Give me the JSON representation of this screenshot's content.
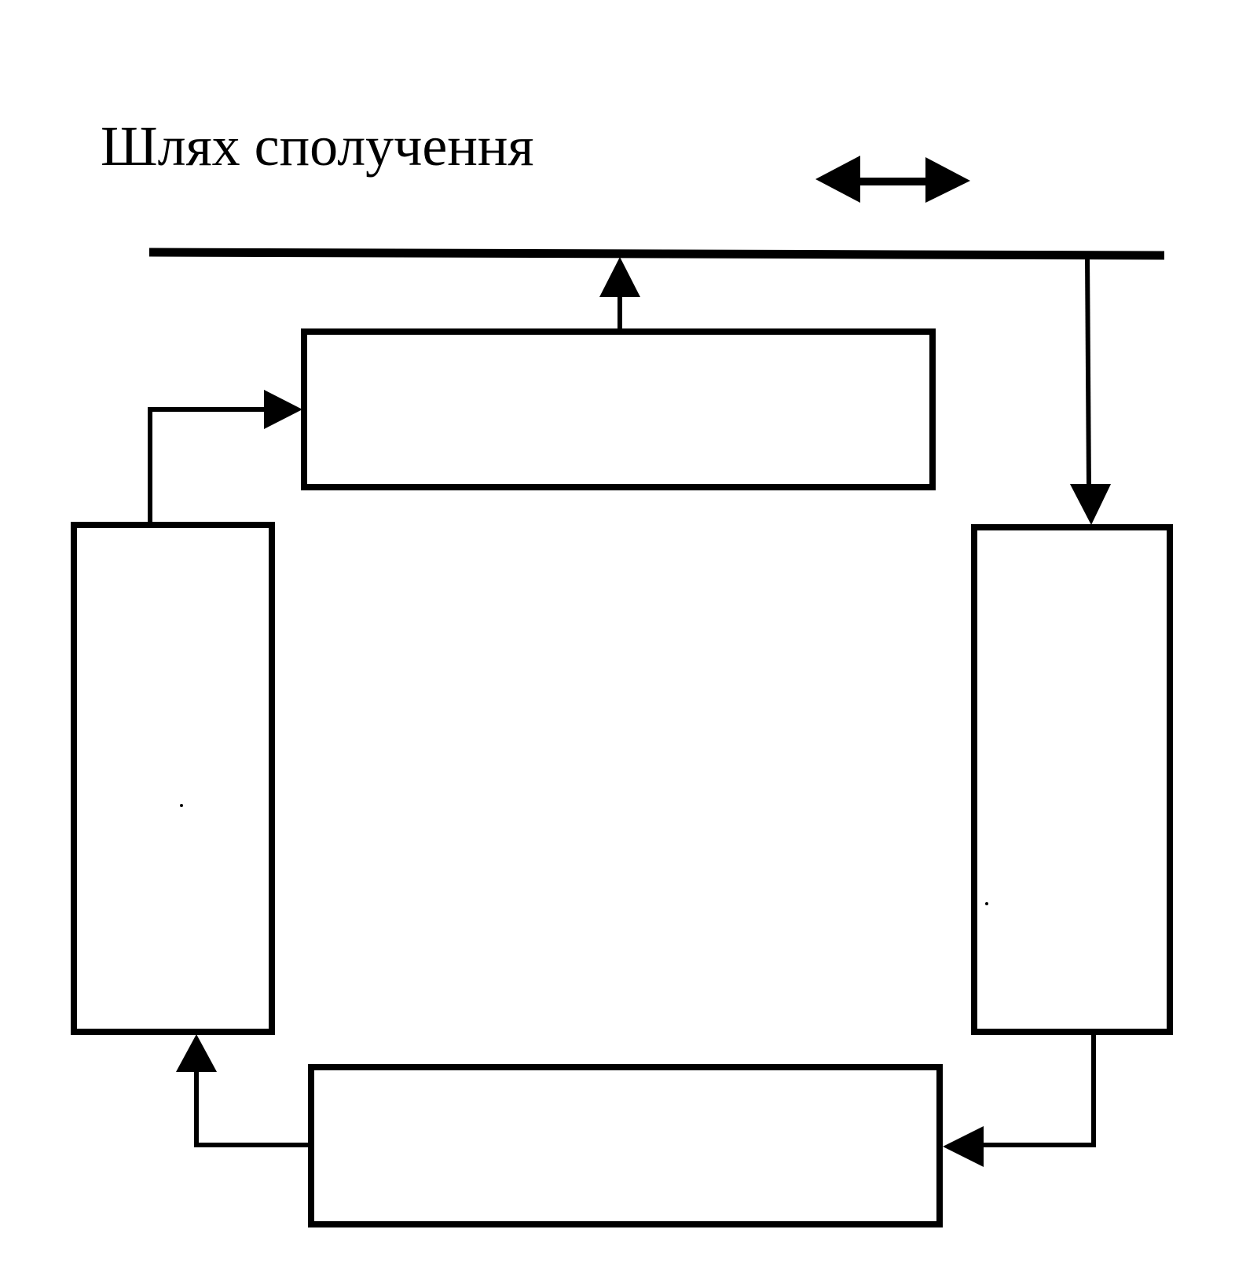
{
  "title": "Шлях сполучення",
  "colors": {
    "ink": "#000000",
    "background": "#ffffff"
  },
  "blocks": [
    {
      "id": "top",
      "label": ""
    },
    {
      "id": "right",
      "label": ""
    },
    {
      "id": "bottom",
      "label": ""
    },
    {
      "id": "left",
      "label": ""
    }
  ],
  "icons": {
    "direction_indicator": "double-arrow-horizontal-icon"
  }
}
